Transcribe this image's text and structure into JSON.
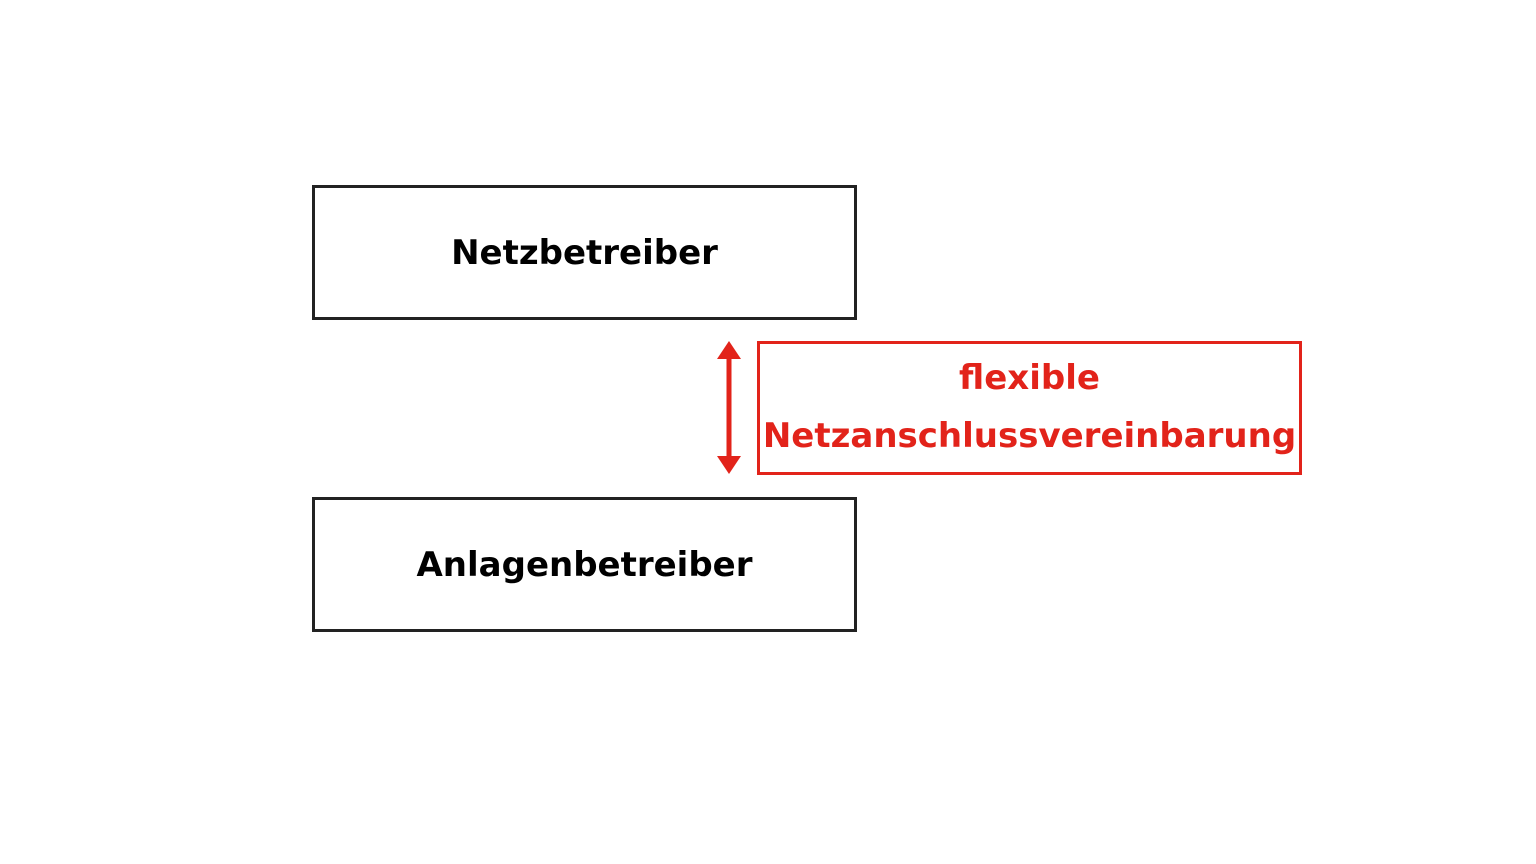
{
  "diagram": {
    "top_box": {
      "label": "Netzbetreiber"
    },
    "bottom_box": {
      "label": "Anlagenbetreiber"
    },
    "agreement_box": {
      "line1": "flexible",
      "line2": "Netzanschlussvereinbarung"
    },
    "colors": {
      "accent": "#e2231a",
      "border": "#222222",
      "text": "#000000",
      "background": "#ffffff"
    },
    "connector": {
      "type": "double-arrow",
      "icon": "double-arrow-icon"
    }
  }
}
